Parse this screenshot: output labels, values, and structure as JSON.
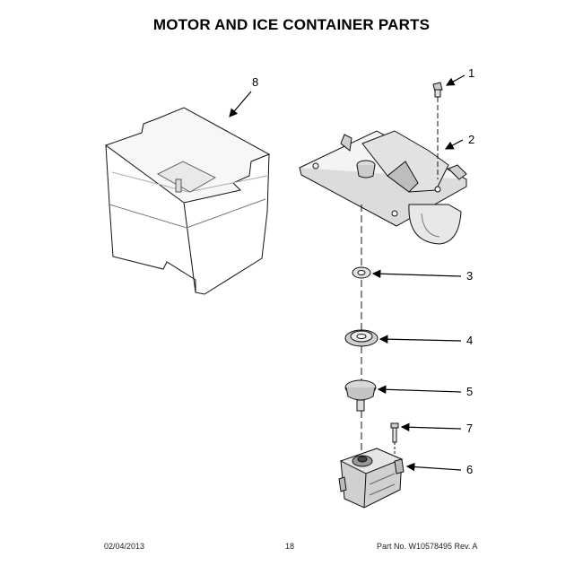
{
  "title": "MOTOR AND ICE CONTAINER PARTS",
  "callouts": [
    "1",
    "2",
    "3",
    "4",
    "5",
    "6",
    "7",
    "8"
  ],
  "footer": {
    "date": "02/04/2013",
    "page": "18",
    "part_rev": "Part  No. W10578495  Rev. A"
  }
}
